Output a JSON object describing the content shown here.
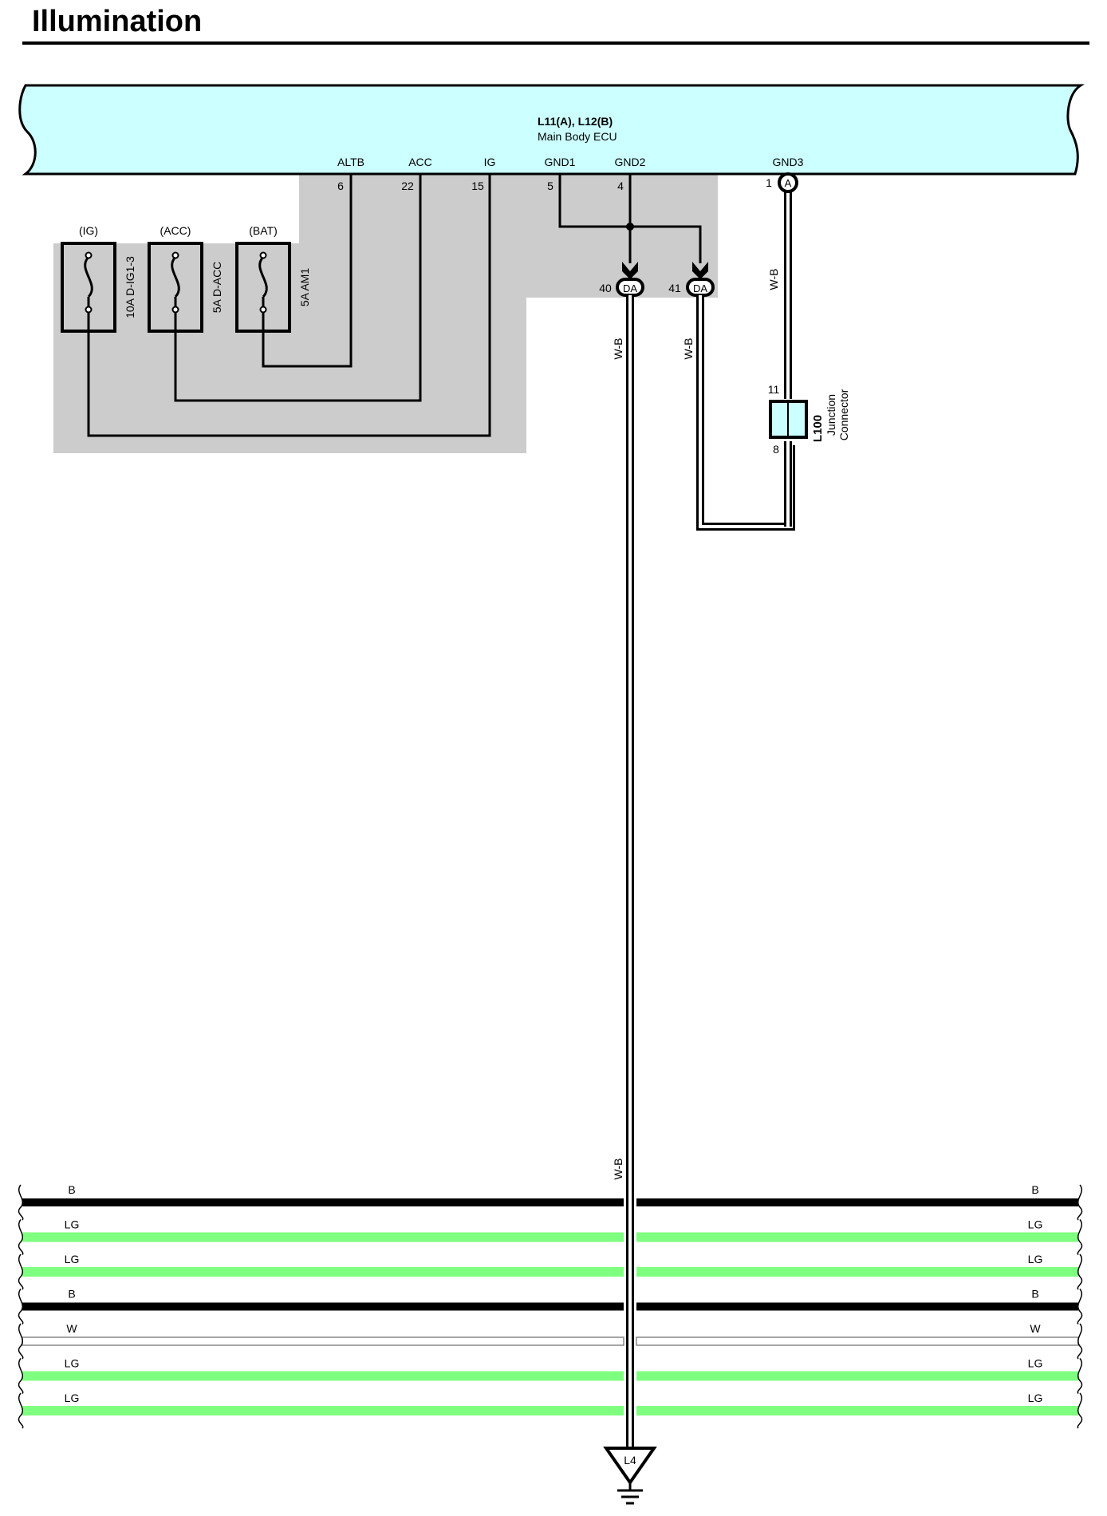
{
  "title": "Illumination",
  "ecu": {
    "name": "L11(A), L12(B)",
    "subtitle": "Main Body ECU",
    "fill": "#ccffff",
    "terminals": [
      {
        "label": "ALTB",
        "pin": "6"
      },
      {
        "label": "ACC",
        "pin": "22"
      },
      {
        "label": "IG",
        "pin": "15"
      },
      {
        "label": "GND1",
        "pin": "5"
      },
      {
        "label": "GND2",
        "pin": "4"
      },
      {
        "label": "GND3",
        "pin": "1",
        "connector": "A"
      }
    ]
  },
  "fuses": [
    {
      "supply": "(IG)",
      "rating": "10A D-IG1-3"
    },
    {
      "supply": "(ACC)",
      "rating": "5A D-ACC"
    },
    {
      "supply": "(BAT)",
      "rating": "5A AM1"
    }
  ],
  "connectors_da": [
    {
      "pin": "40",
      "label": "DA"
    },
    {
      "pin": "41",
      "label": "DA"
    }
  ],
  "junction": {
    "id": "L100",
    "name_line1": "Junction",
    "name_line2": "Connector",
    "pin_top": "11",
    "pin_bottom": "8",
    "fill": "#ccffff"
  },
  "wire_labels": {
    "wb": "W-B"
  },
  "ground": {
    "label": "L4"
  },
  "bus_wires": [
    {
      "color_code": "B",
      "color": "#000000"
    },
    {
      "color_code": "LG",
      "color": "#7fff7f"
    },
    {
      "color_code": "LG",
      "color": "#7fff7f"
    },
    {
      "color_code": "B",
      "color": "#000000"
    },
    {
      "color_code": "W",
      "color": "#ffffff"
    },
    {
      "color_code": "LG",
      "color": "#7fff7f"
    },
    {
      "color_code": "LG",
      "color": "#7fff7f"
    }
  ],
  "colors": {
    "shaded_region": "#cccccc",
    "ecu_fill": "#ccffff",
    "junction_fill": "#ccffff",
    "lg_wire": "#7fff7f"
  }
}
